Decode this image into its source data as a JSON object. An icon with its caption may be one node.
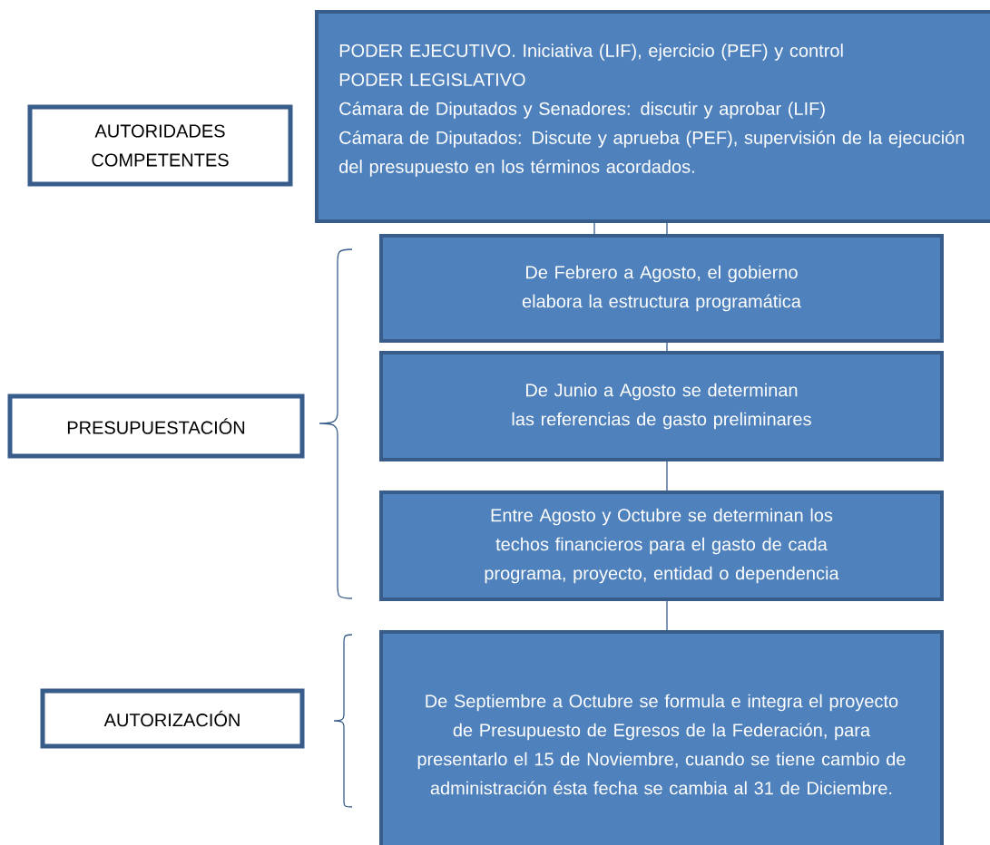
{
  "diagram": {
    "nodes": [
      {
        "text": [
          "AUTORIDADES COMPETENTES"
        ]
      },
      {
        "text": [
          "PODER EJECUTIVO. Iniciativa (LIF), ejercicio (PEF) y control",
          "PODER LEGISLATIVO",
          "Cámara de Diputados y Senadores: discutir y aprobar (LIF)",
          "Cámara de Diputados: Discute y aprueba (PEF), supervisión de la ejecución del presupuesto en los términos acordados."
        ]
      },
      {
        "text": [
          "De Febrero a Agosto, el gobierno elabora la estructura programática"
        ]
      },
      {
        "text": [
          "PRESUPUESTACIÓN"
        ]
      },
      {
        "text": [
          "De Junio a Agosto se determinan las referencias de gasto preliminares"
        ]
      },
      {
        "text": [
          "Entre Agosto y Octubre se determinan los techos financieros para el gasto de cada programa, proyecto, entidad o dependencia"
        ]
      },
      {
        "text": [
          "AUTORIZACIÓN"
        ]
      },
      {
        "text": [
          "De Septiembre a Octubre se formula e integra el proyecto de Presupuesto de Egresos de la Federación, para presentarlo el 15 de Noviembre, cuando se tiene cambio de administración ésta fecha se cambia al 31 de Diciembre."
        ]
      }
    ],
    "edges": [
      {
        "from": 1,
        "to": 2,
        "arrow": "none"
      },
      {
        "from": 1,
        "to": 2,
        "arrow": "none"
      },
      {
        "from": 2,
        "to": 4,
        "arrow": "none"
      },
      {
        "from": 4,
        "to": 5,
        "arrow": "none"
      },
      {
        "from": 5,
        "to": 7,
        "arrow": "none"
      }
    ]
  }
}
